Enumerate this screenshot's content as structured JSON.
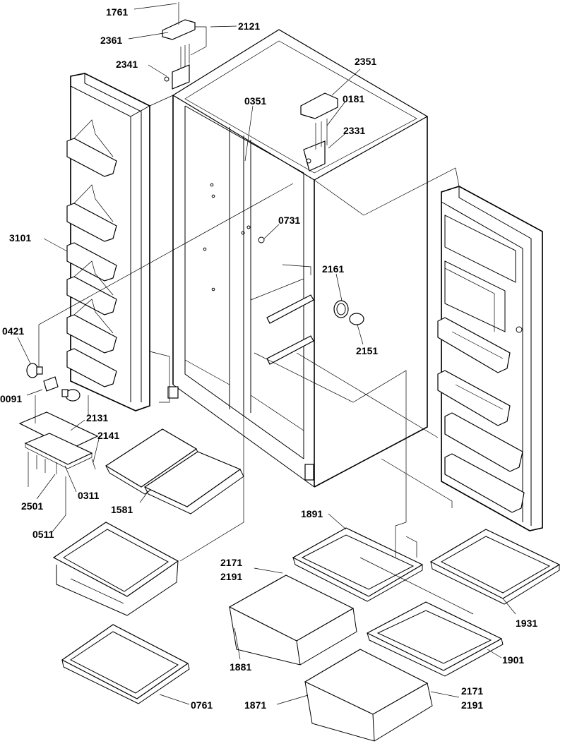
{
  "labels": {
    "p1761": "1761",
    "p2361": "2361",
    "p2121": "2121",
    "p2341": "2341",
    "p2351": "2351",
    "p0351": "0351",
    "p0181": "0181",
    "p2331": "2331",
    "p3101": "3101",
    "p0731": "0731",
    "p2161": "2161",
    "p2151": "2151",
    "p0421": "0421",
    "p0091": "0091",
    "p2131": "2131",
    "p2141": "2141",
    "p2501": "2501",
    "p0311": "0311",
    "p1581": "1581",
    "p0511": "0511",
    "p1891": "1891",
    "p2171a": "2171",
    "p2191a": "2191",
    "p1931": "1931",
    "p1881": "1881",
    "p1901": "1901",
    "p0761": "0761",
    "p1871": "1871",
    "p2171b": "2171",
    "p2191b": "2191"
  }
}
